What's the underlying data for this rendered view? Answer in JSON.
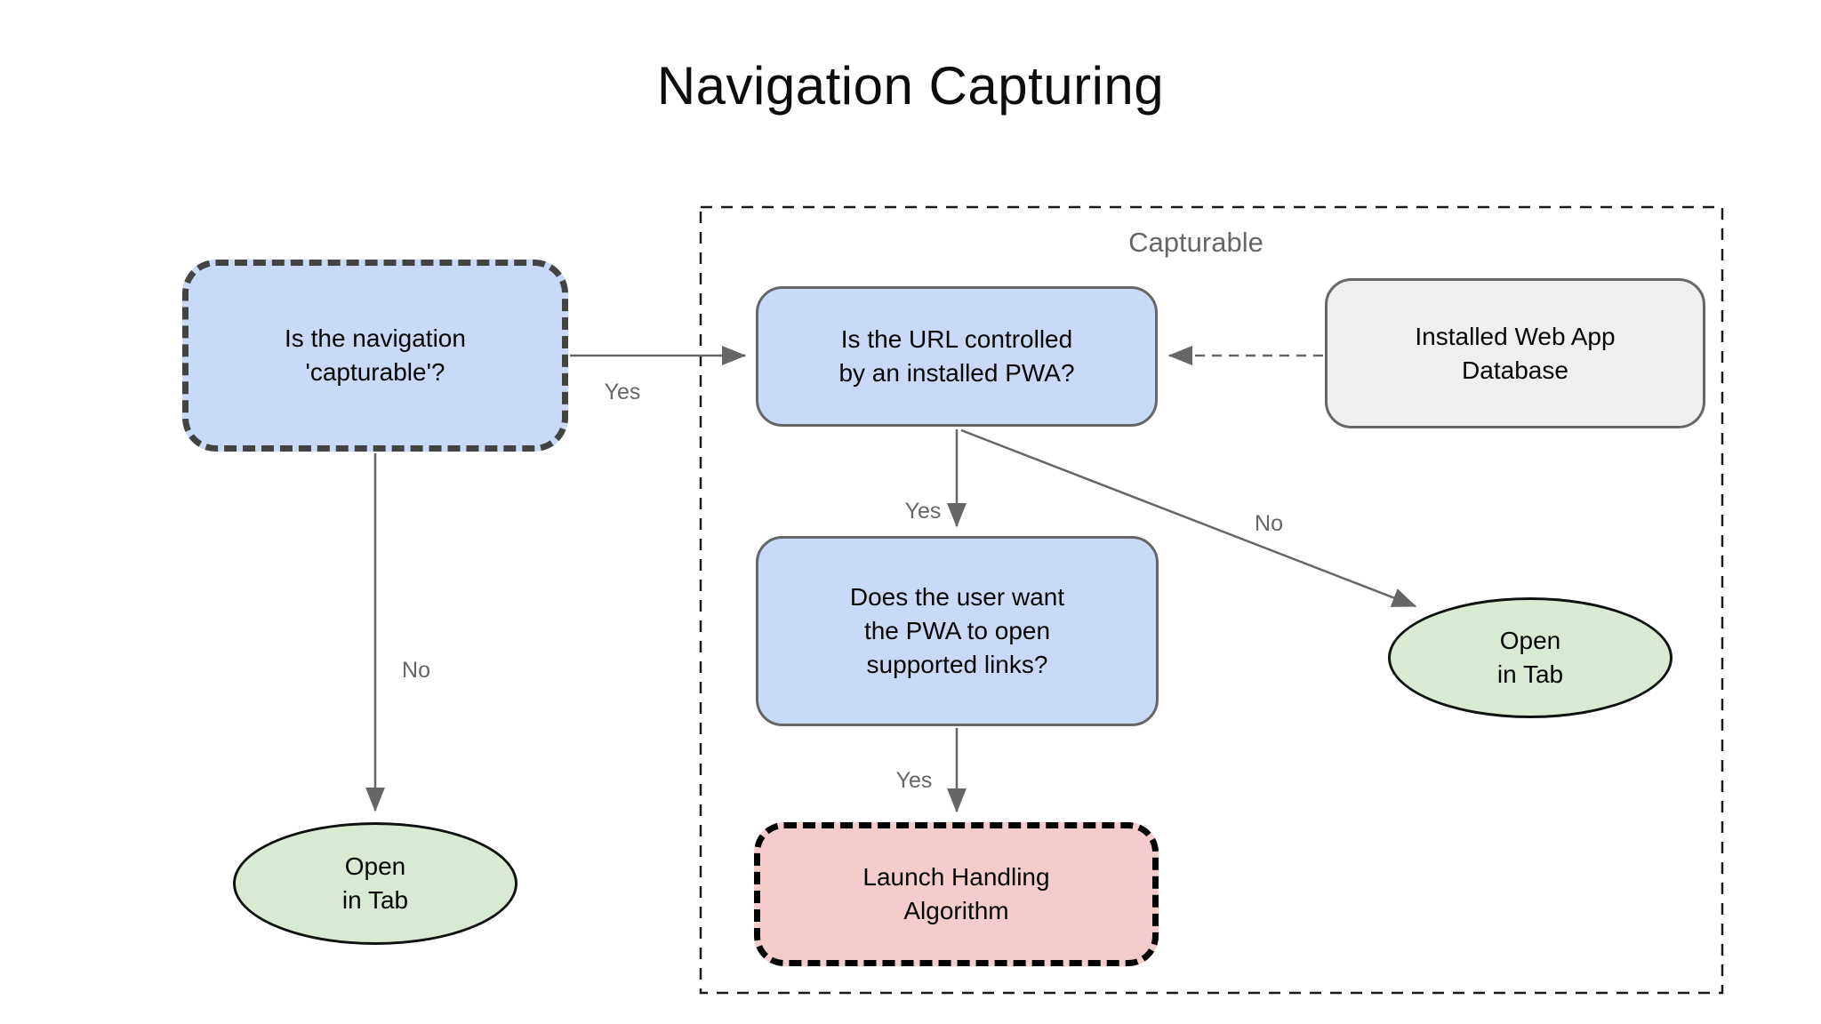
{
  "title": "Navigation Capturing",
  "region": {
    "label": "Capturable"
  },
  "nodes": {
    "capturable_question": "Is the navigation\n'capturable'?",
    "url_controlled": "Is the URL controlled\nby an installed PWA?",
    "installed_db": "Installed Web App\nDatabase",
    "user_want": "Does the user want\nthe PWA to open\nsupported links?",
    "launch_handling": "Launch Handling\nAlgorithm",
    "open_in_tab_left": "Open\nin Tab",
    "open_in_tab_right": "Open\nin Tab"
  },
  "edges": [
    {
      "from": "is-navigation-capturable",
      "to": "is-url-controlled",
      "label": "Yes",
      "style": "solid"
    },
    {
      "from": "is-navigation-capturable",
      "to": "open-in-tab-left",
      "label": "No",
      "style": "solid"
    },
    {
      "from": "installed-web-app-database",
      "to": "is-url-controlled",
      "label": "",
      "style": "dashed"
    },
    {
      "from": "is-url-controlled",
      "to": "does-user-want",
      "label": "Yes",
      "style": "solid"
    },
    {
      "from": "is-url-controlled",
      "to": "open-in-tab-right",
      "label": "No",
      "style": "solid"
    },
    {
      "from": "does-user-want",
      "to": "launch-handling",
      "label": "Yes",
      "style": "solid"
    }
  ],
  "colors": {
    "node_blue": "#c9daf8",
    "node_green": "#d9ead3",
    "node_red": "#f4cccc",
    "node_gray": "#efefef",
    "arrow": "#666666",
    "label_gray": "#666666",
    "dashed_dark_border": "#434343",
    "black_border": "#000000"
  }
}
